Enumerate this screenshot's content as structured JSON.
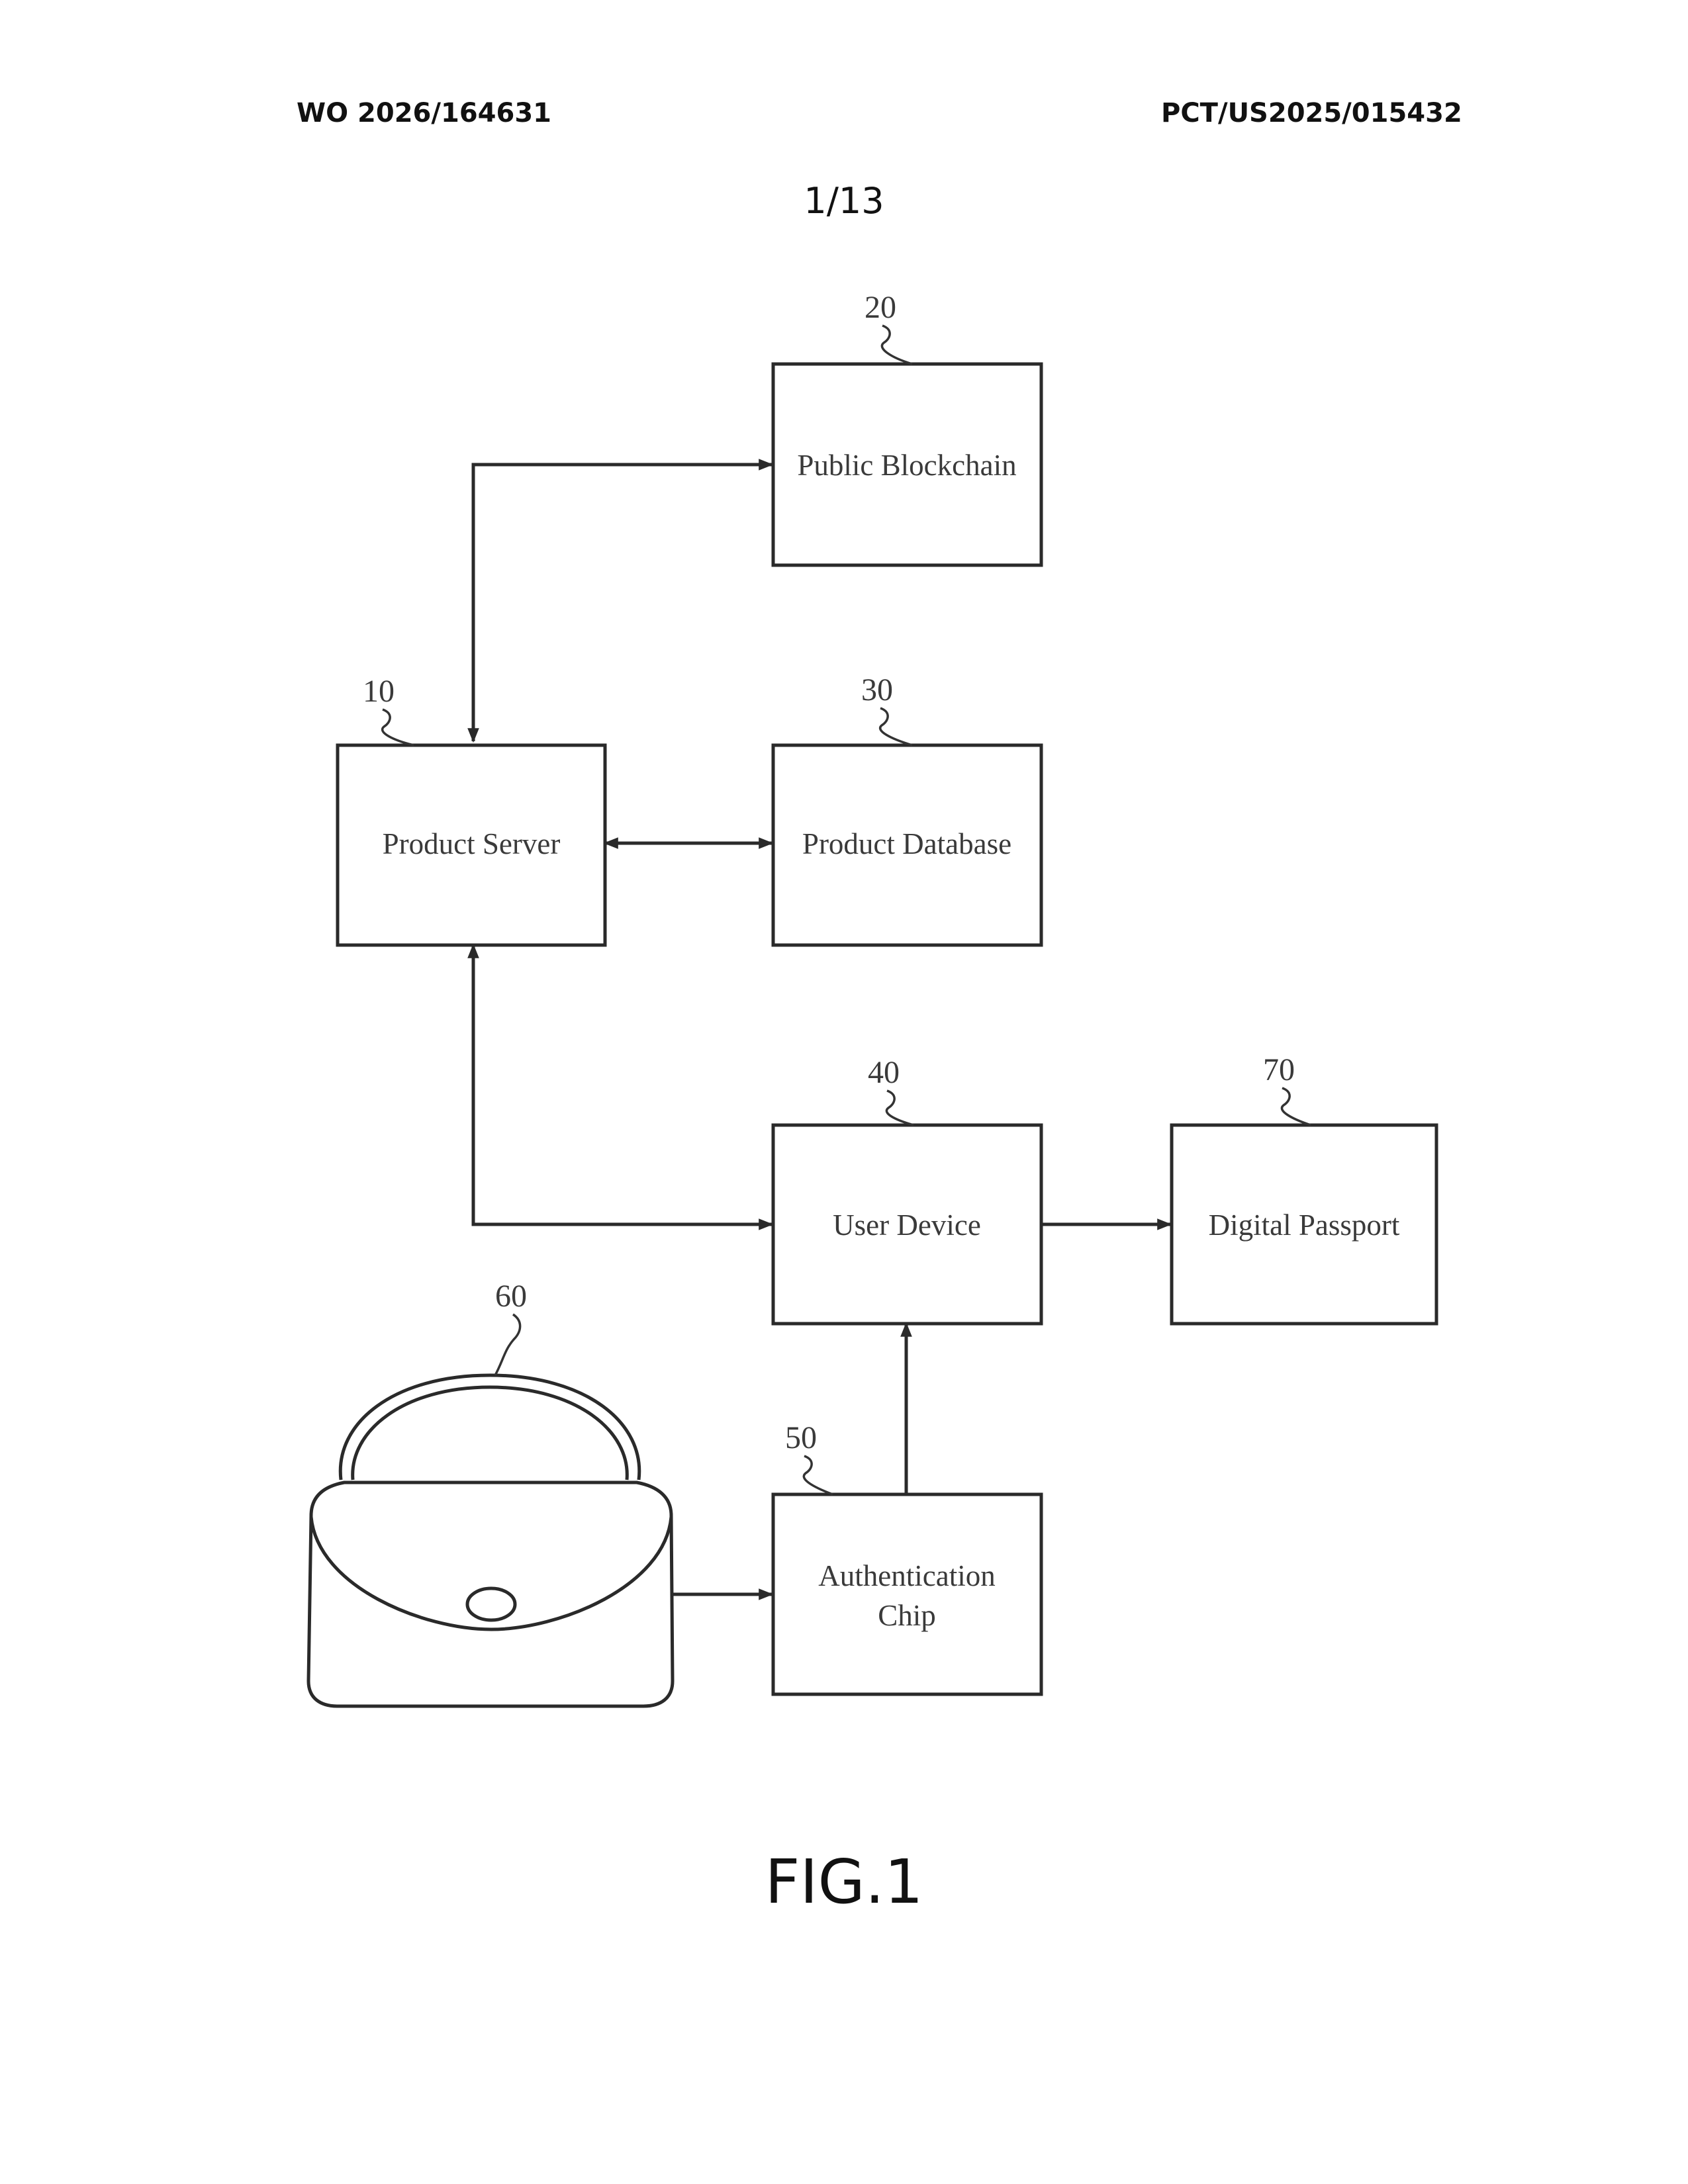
{
  "header": {
    "publication_number": "WO 2026/164631",
    "application_number": "PCT/US2025/015432",
    "sheet": "1/13"
  },
  "figure_label": "FIG.1",
  "diagram": {
    "blocks": {
      "product_server": {
        "ref": "10",
        "label": "Product Server"
      },
      "public_blockchain": {
        "ref": "20",
        "label": "Public Blockchain"
      },
      "product_database": {
        "ref": "30",
        "label": "Product Database"
      },
      "user_device": {
        "ref": "40",
        "label": "User Device"
      },
      "authentication_chip": {
        "ref": "50",
        "label_line1": "Authentication",
        "label_line2": "Chip"
      },
      "product_item": {
        "ref": "60"
      },
      "digital_passport": {
        "ref": "70",
        "label": "Digital Passport"
      }
    },
    "connections": [
      {
        "from": "product_server",
        "to": "public_blockchain",
        "direction": "bidirectional"
      },
      {
        "from": "product_server",
        "to": "product_database",
        "direction": "bidirectional"
      },
      {
        "from": "product_server",
        "to": "user_device",
        "direction": "bidirectional"
      },
      {
        "from": "user_device",
        "to": "digital_passport",
        "direction": "forward"
      },
      {
        "from": "authentication_chip",
        "to": "user_device",
        "direction": "forward"
      },
      {
        "from": "product_item",
        "to": "authentication_chip",
        "direction": "forward"
      }
    ]
  }
}
